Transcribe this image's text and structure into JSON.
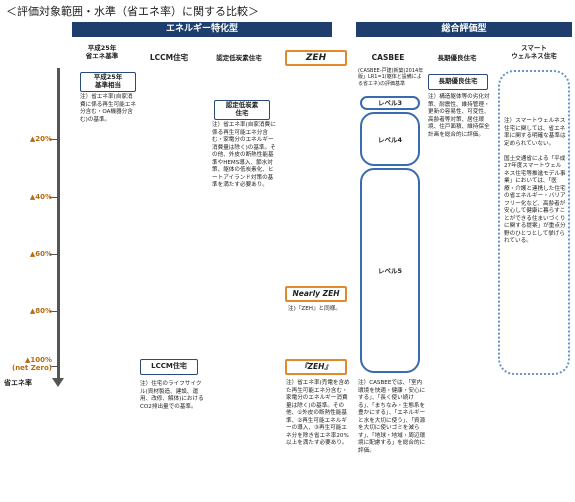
{
  "title": "＜評価対象範囲・水準（省エネ率）に関する比較＞",
  "bands": {
    "energy": "エネルギー特化型",
    "comprehensive": "総合評価型"
  },
  "columns": {
    "h25": "平成25年\n省エネ基準",
    "lccm": "LCCM住宅",
    "ninshou": "認定低炭素住宅",
    "zeh": "ZEH",
    "casbee": "CASBEE",
    "chouki": "長期優良住宅",
    "smart": "スマート\nウェルネス住宅"
  },
  "axis": {
    "ticks": [
      "▲20%",
      "▲40%",
      "▲60%",
      "▲80%",
      "▲100%\n(net Zero)"
    ],
    "bottom_label": "省エネ率"
  },
  "cells": {
    "h25_box": "平成25年\n基準相当",
    "h25_note": "注）省エネ率(自家消費に係る再生可能エネ分含む・OA機器分含む)の基準。",
    "ninshou_box": "認定低炭素\n住宅",
    "ninshou_note": "注）省エネ率(自家消費に係る再生可能エネ分含む・家電分のエネルギー消費量は除く)の基準。その他、外皮の断熱性能基準やHEMS導入、節水対策、躯体の低炭素化、ヒートアイランド対策の基準を満たす必要あり。",
    "lccm_box": "LCCM住宅",
    "lccm_note": "注）住宅のライフサイクル(資材製造、建設、運用、改修、解体)におけるCO2排出量での基準。",
    "nearly_zeh": "Nearly ZEH",
    "nearly_note": "注)『ZEH』と同様。",
    "zeh_box": "『ZEH』",
    "zeh_note": "注）省エネ率(売電を含めた再生可能エネ分含む・家電分のエネルギー消費量は除く)の基準。その他、①外皮の断熱性能基準、②再生可能エネルギーの導入、③再生可能エネ分を除き省エネ率20%以上を満たす必要あり。",
    "casbee_head": "(CASBEE-戸建(新築)2014年版」LR1=1(躯体と設備による省エネ)の評価基準",
    "level3": "レベル3",
    "level4": "レベル4",
    "level5": "レベル5",
    "casbee_note": "注）CASBEEでは、「室内環境を快適・健康・安心にする」、「長く使い続ける」、「まちなみ・生態系を豊かにする」、「エネルギーと水を大切に使う」、「資源を大切に使いゴミを減らす」、「地球・地域・周辺環境に配慮する」を総合的に評価。",
    "chouki_box": "長期優良住宅",
    "chouki_note": "注）構造躯体等の劣化対策、耐震性、維持管理・更新の容易性、可変性、高齢者等対策、居住環境、住戸面積、維持保全計画を総合的に評価。",
    "smart_note": "注）スマートウェルネス住宅に関しては、省エネ率に関する明確な基準は定められていない。\n\n国土交通省による「平成27年度スマートウェルネス住宅等推進モデル事業」においては、「医療・介護と連携した住宅の省エネルギー・バリアフリー化など、高齢者が安心して健康に暮らすことができる住まいづくりに関する提案」が重点分野のひとつとして挙げられている。"
  }
}
